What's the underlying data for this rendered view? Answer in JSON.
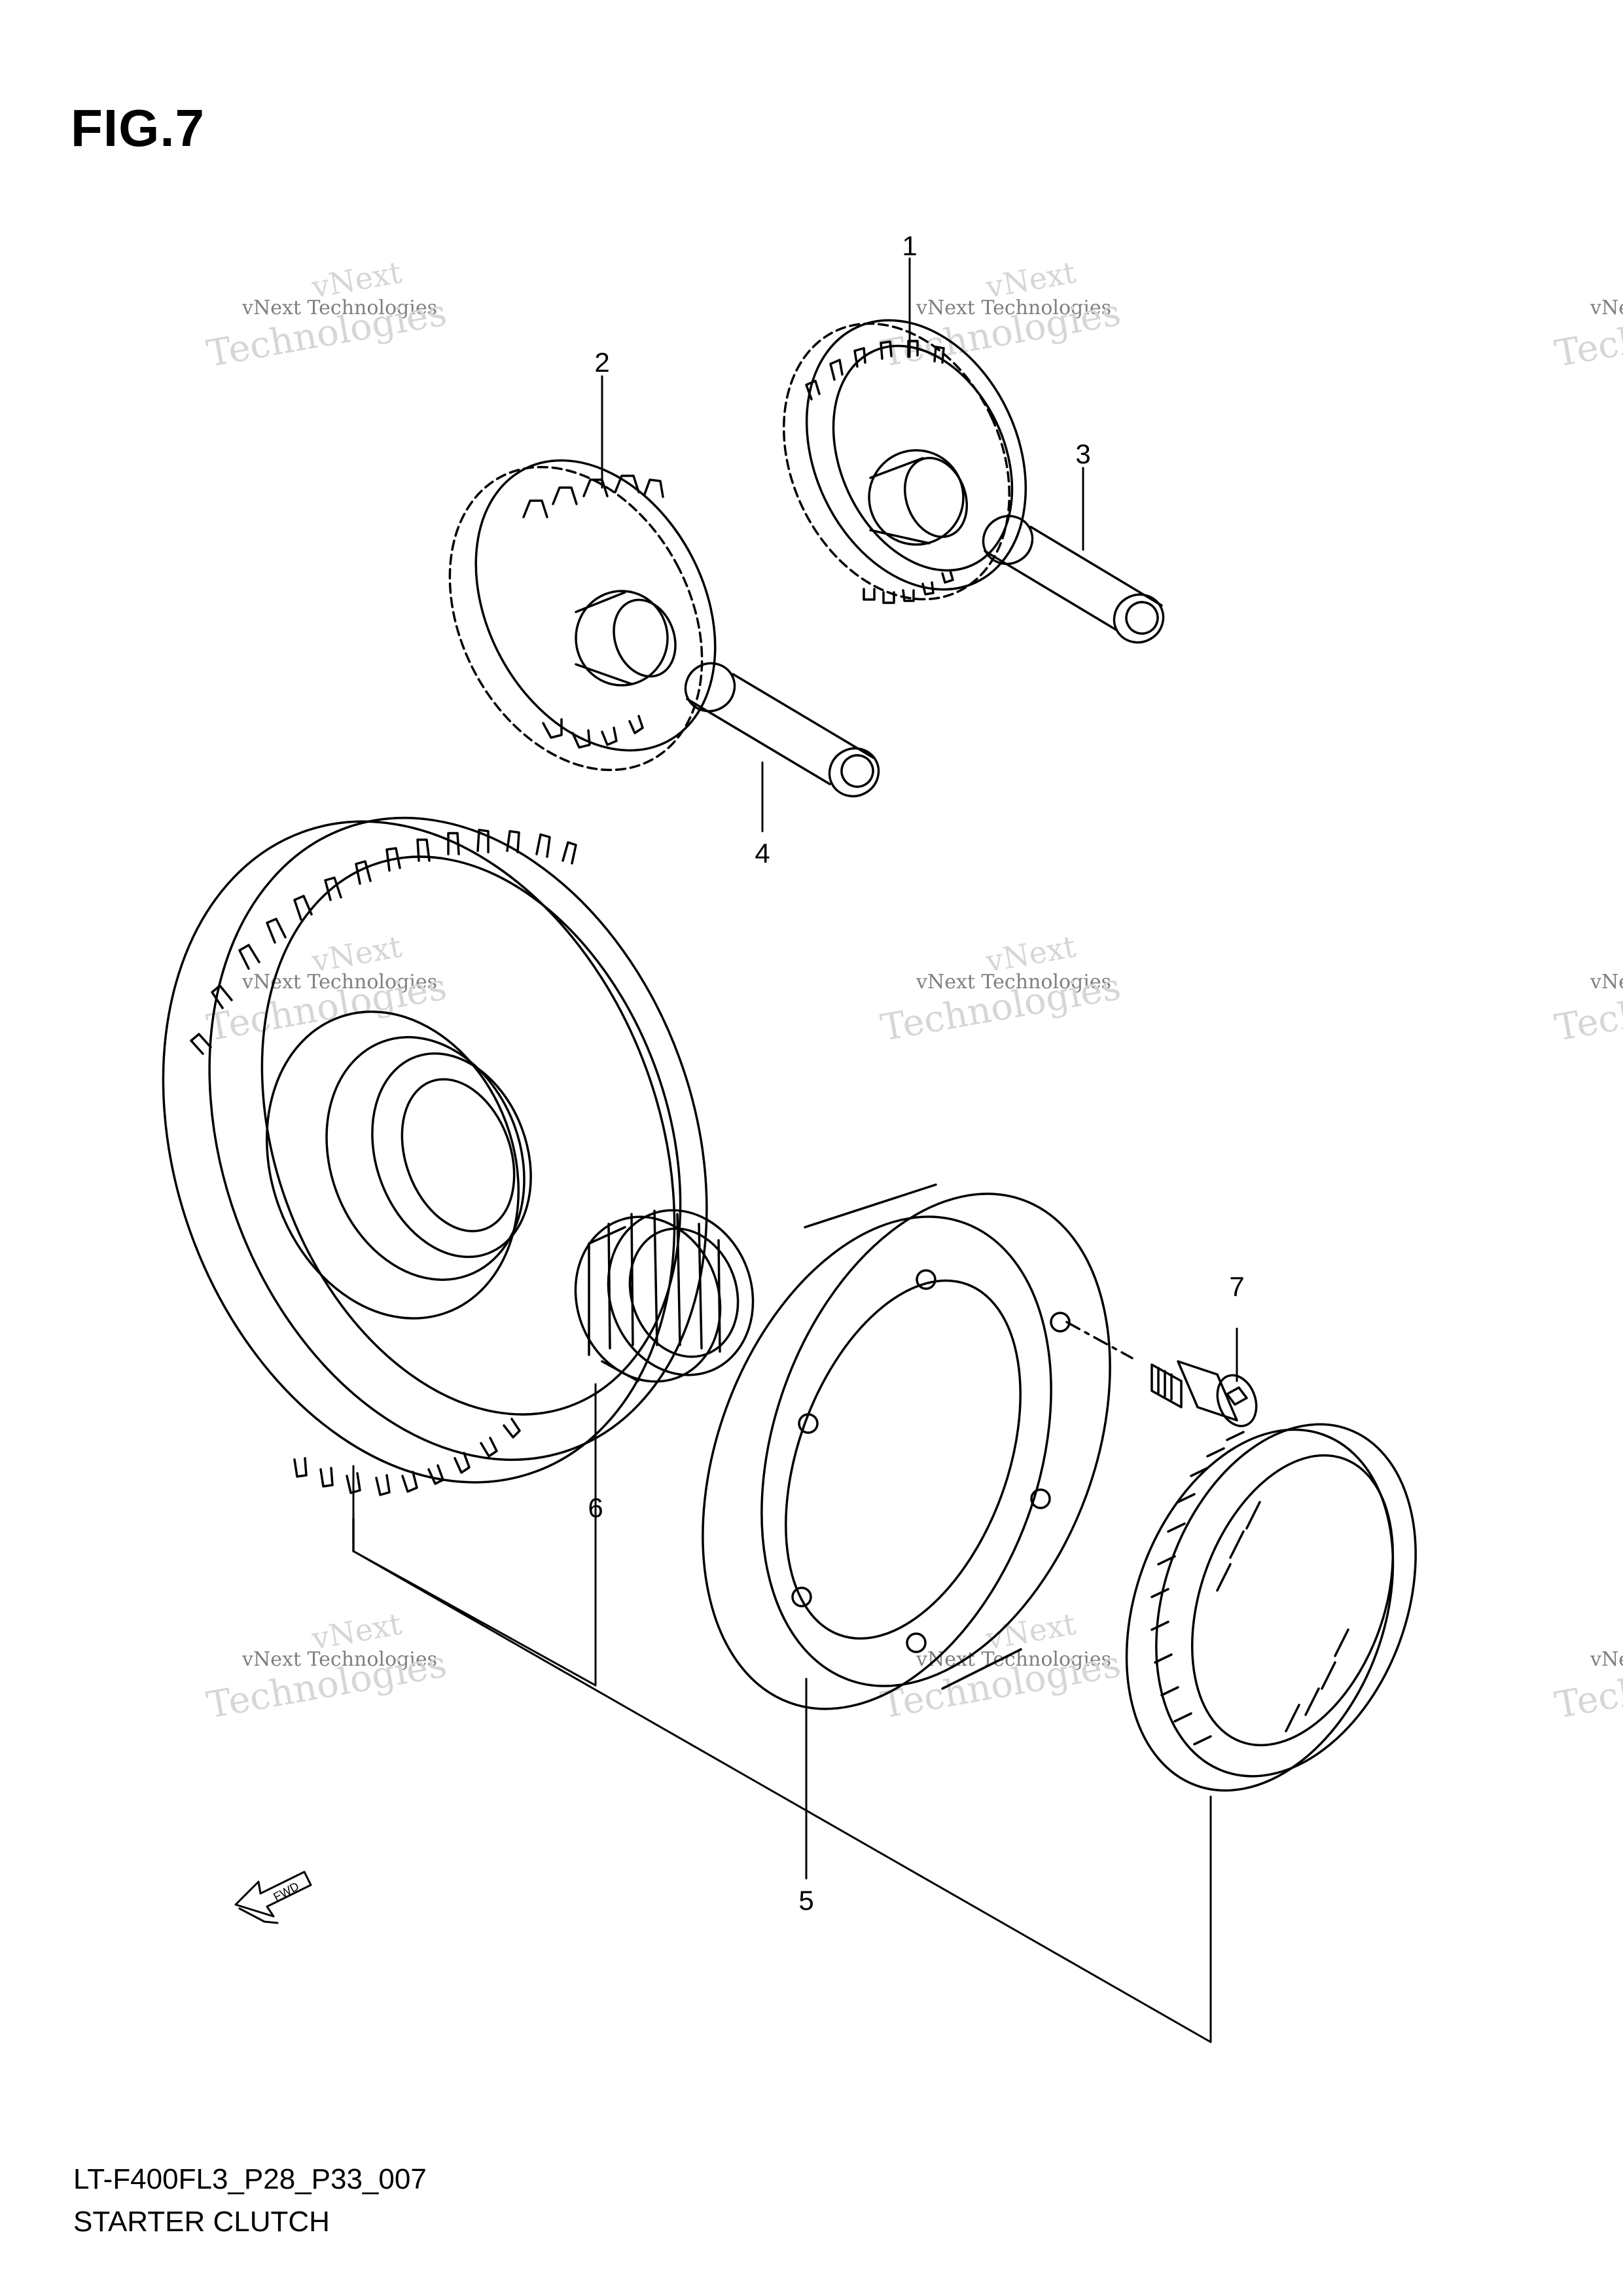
{
  "figure": {
    "title": "FIG.7",
    "code": "LT-F400FL3_P28_P33_007",
    "name": "STARTER CLUTCH"
  },
  "callouts": [
    {
      "label": "1"
    },
    {
      "label": "2"
    },
    {
      "label": "3"
    },
    {
      "label": "4"
    },
    {
      "label": "5"
    },
    {
      "label": "6"
    },
    {
      "label": "7"
    }
  ],
  "fwd_label": "FWD",
  "watermark": {
    "line1": "vNext Technologies",
    "line2": "vNext",
    "line3": "Technologies"
  }
}
